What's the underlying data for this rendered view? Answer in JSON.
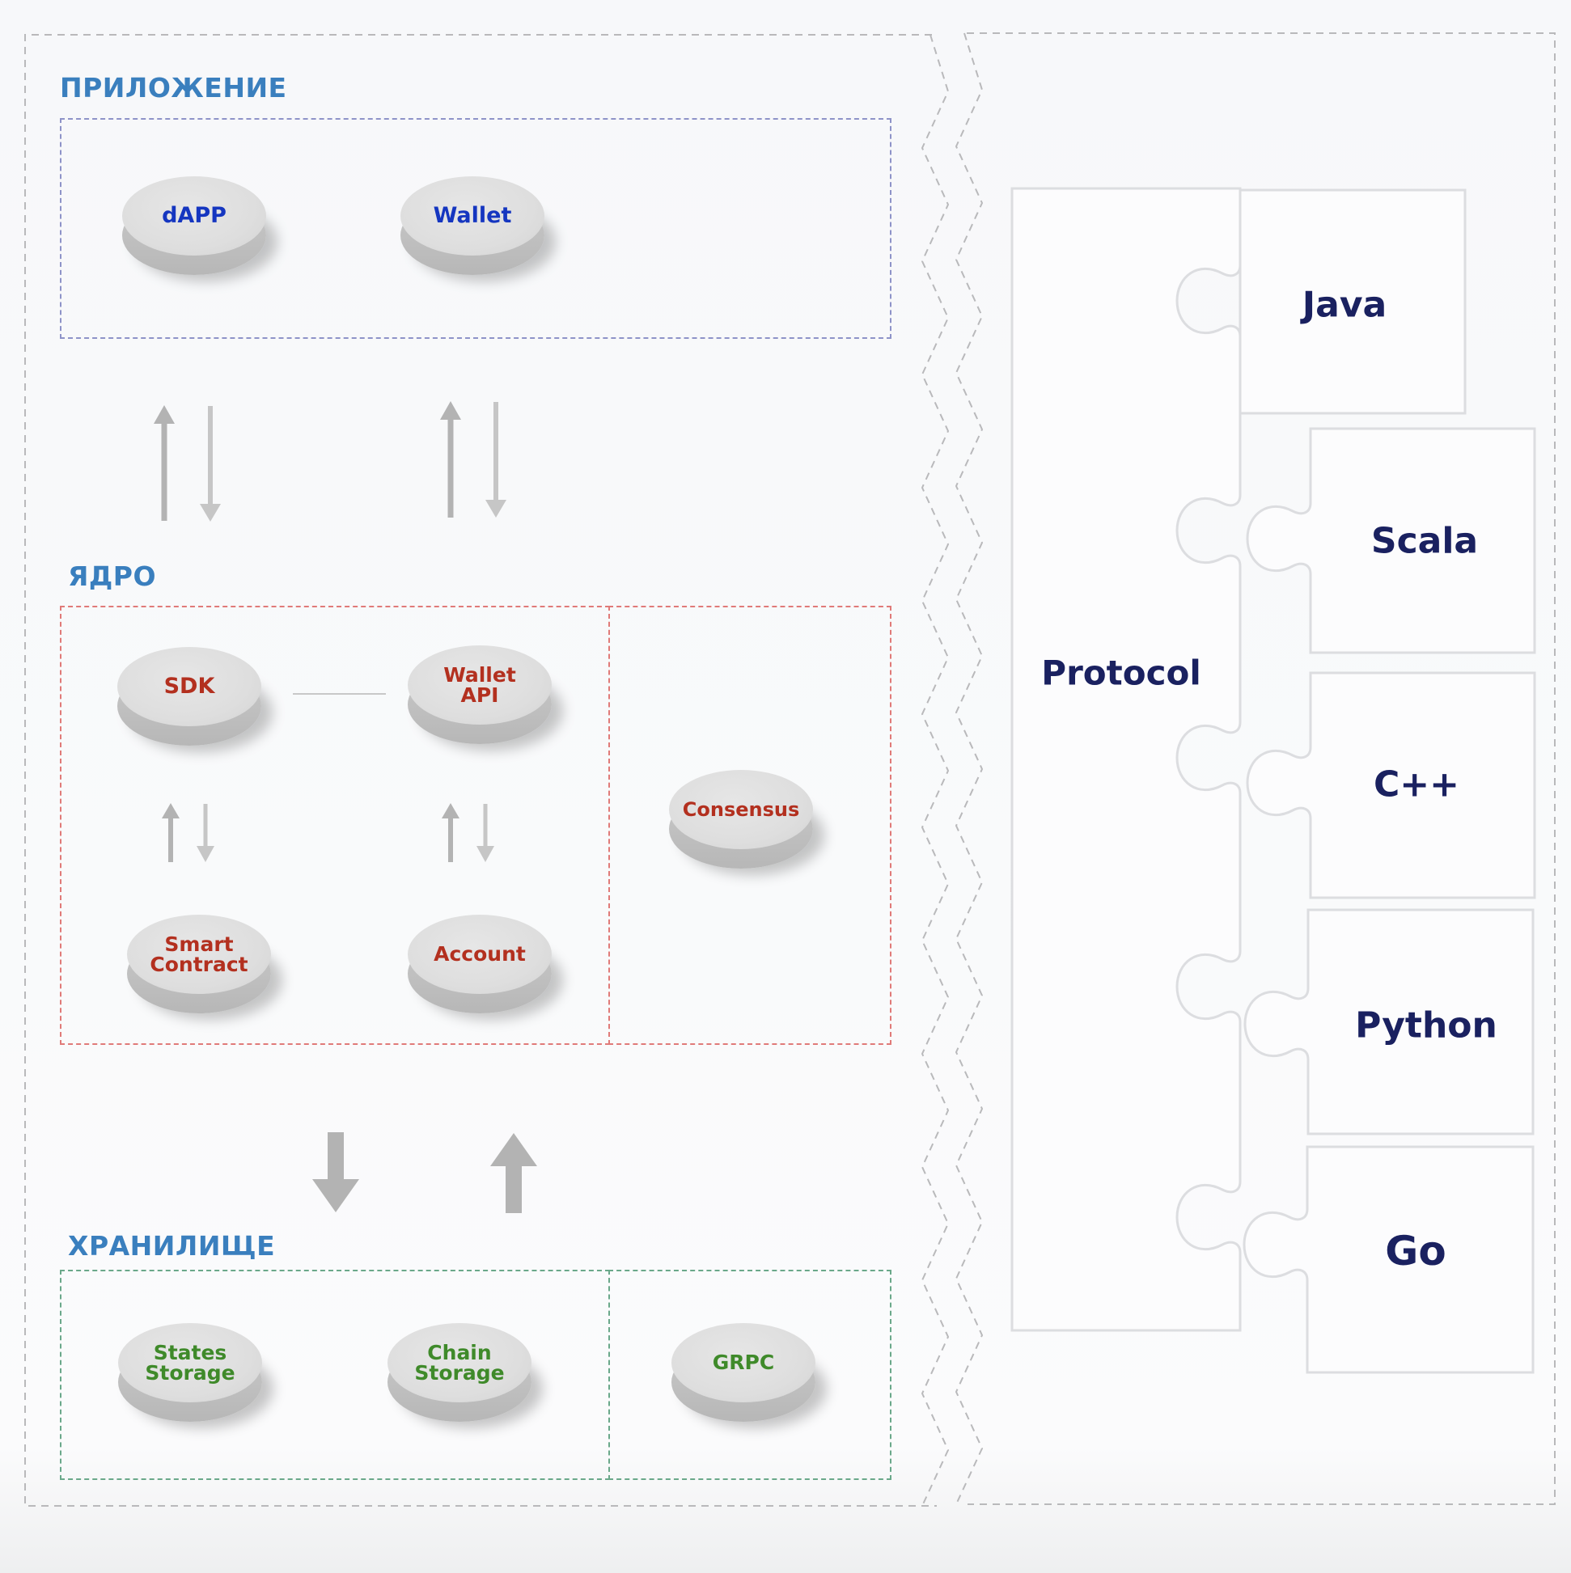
{
  "layers": {
    "application": {
      "label": "ПРИЛОЖЕНИЕ",
      "nodes": [
        {
          "label": "dAPP"
        },
        {
          "label": "Wallet"
        }
      ]
    },
    "core": {
      "label": "ЯДРО",
      "nodes": [
        {
          "label": "SDK"
        },
        {
          "label": "Wallet API"
        },
        {
          "label": "Smart Contract"
        },
        {
          "label": "Account"
        },
        {
          "label": "Consensus"
        }
      ]
    },
    "storage": {
      "label": "ХРАНИЛИЩЕ",
      "nodes": [
        {
          "label": "States Storage"
        },
        {
          "label": "Chain Storage"
        },
        {
          "label": "GRPC"
        }
      ]
    }
  },
  "puzzle": {
    "protocol_label": "Protocol",
    "languages": [
      {
        "label": "Java"
      },
      {
        "label": "Scala"
      },
      {
        "label": "C++"
      },
      {
        "label": "Python"
      },
      {
        "label": "Go"
      }
    ]
  },
  "colors": {
    "section_heading": "#3a7fbe",
    "application_text": "#1536c0",
    "core_text": "#b3301f",
    "storage_text": "#3f8a2a",
    "language_text": "#1a2160"
  }
}
